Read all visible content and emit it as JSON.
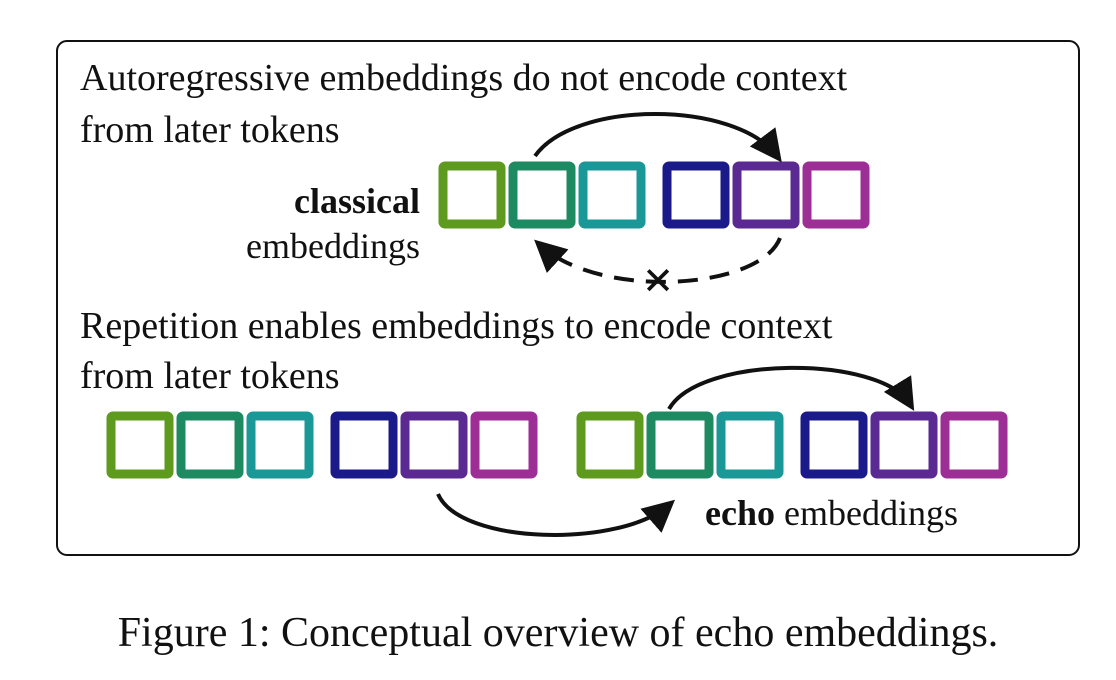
{
  "panel": {
    "top_text_line1": "Autoregressive embeddings do not encode context",
    "top_text_line2": "from later tokens",
    "classical_bold": "classical",
    "classical_rest": "embeddings",
    "bottom_text_line1": "Repetition enables embeddings to encode context",
    "bottom_text_line2": "from later tokens",
    "echo_bold": "echo",
    "echo_rest": " embeddings",
    "blocked_mark": "✕"
  },
  "token_colors": [
    "#5e9a1e",
    "#1e8a62",
    "#1a9797",
    "#1b1a8a",
    "#5a2a92",
    "#9c2e96"
  ],
  "caption": "Figure 1: Conceptual overview of echo embeddings."
}
